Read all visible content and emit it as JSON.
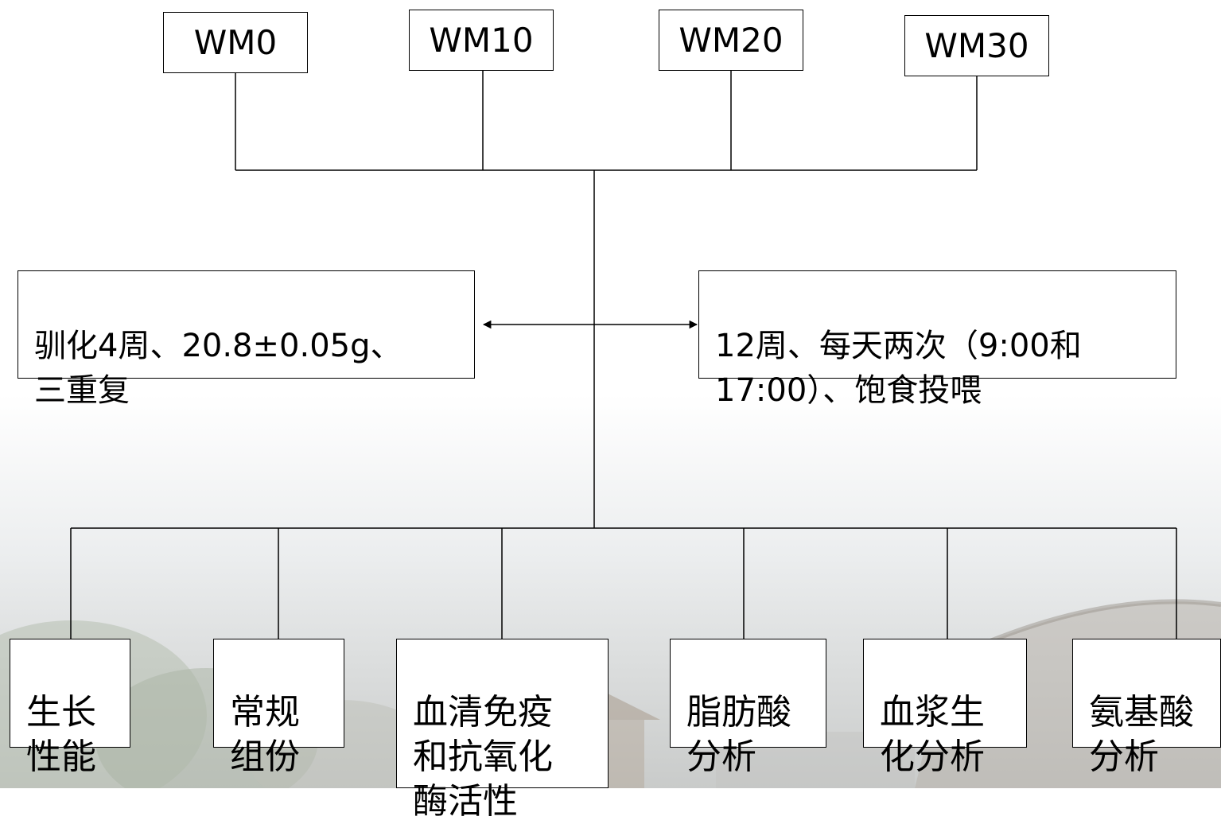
{
  "groups": [
    "WM0",
    "WM10",
    "WM20",
    "WM30"
  ],
  "conditions": {
    "left": "驯化4周、20.8±0.05g、\n三重复",
    "right": "12周、每天两次（9:00和\n17:00）、饱食投喂"
  },
  "analyses": [
    "生长\n性能",
    "常规\n组份",
    "血清免疫\n和抗氧化\n酶活性",
    "脂肪酸\n分析",
    "血浆生\n化分析",
    "氨基酸\n分析"
  ]
}
